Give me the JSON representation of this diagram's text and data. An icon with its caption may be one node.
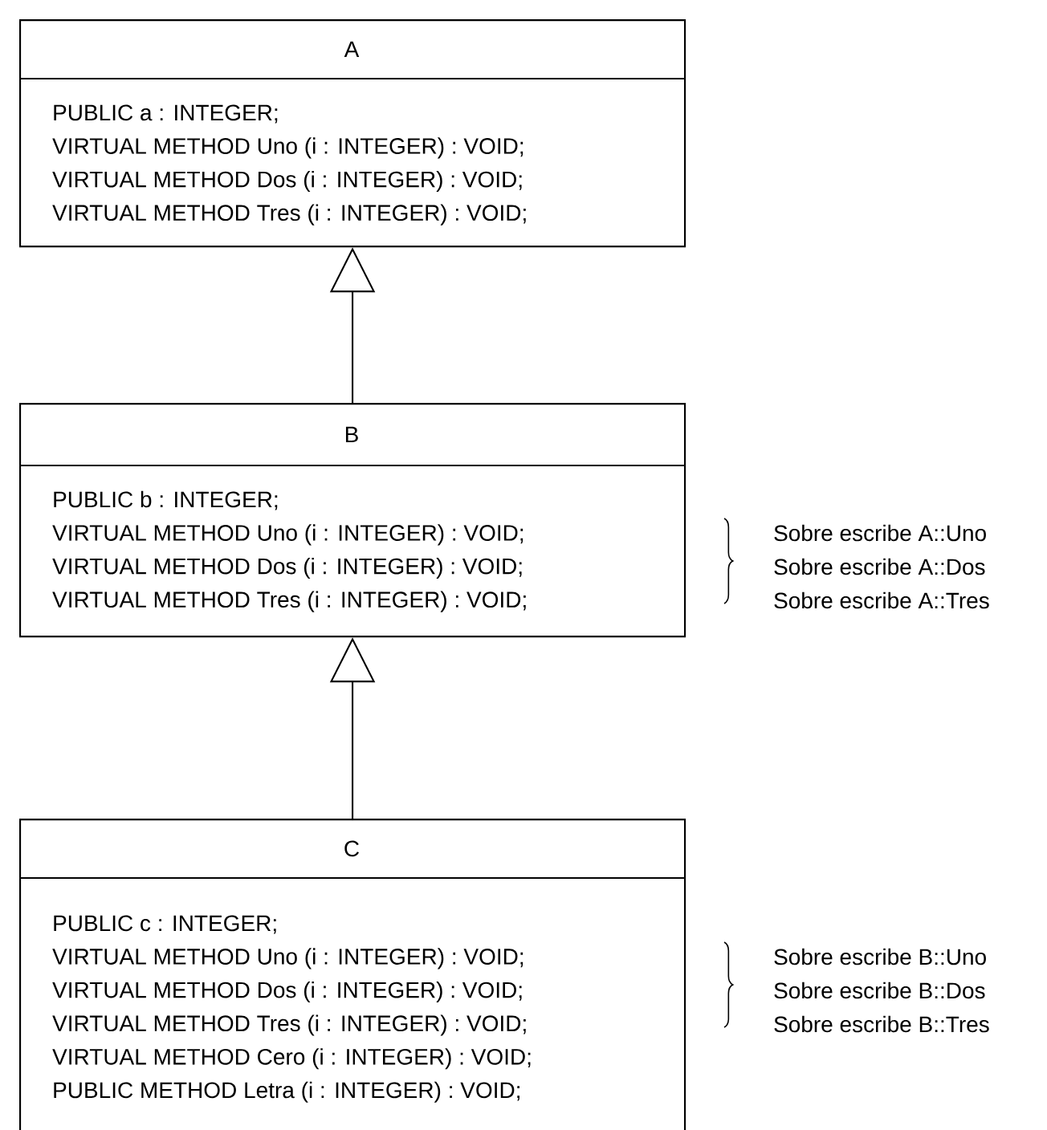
{
  "diagram": {
    "nodes": [
      {
        "text": [
          "A",
          "PUBLIC a : INTEGER;",
          "VIRTUAL METHOD Uno (i : INTEGER) : VOID;",
          "VIRTUAL METHOD Dos (i : INTEGER) : VOID;",
          "VIRTUAL METHOD Tres (i : INTEGER) : VOID;"
        ]
      },
      {
        "text": [
          "B",
          "PUBLIC b : INTEGER;",
          "VIRTUAL METHOD Uno (i : INTEGER) : VOID;",
          "VIRTUAL METHOD Dos (i : INTEGER) : VOID;",
          "VIRTUAL METHOD Tres (i : INTEGER) : VOID;"
        ]
      },
      {
        "text": [
          "C",
          "PUBLIC c : INTEGER;",
          "VIRTUAL METHOD Uno (i : INTEGER) : VOID;",
          "VIRTUAL METHOD Dos (i : INTEGER) : VOID;",
          "VIRTUAL METHOD Tres (i : INTEGER) : VOID;",
          "VIRTUAL METHOD Cero (i : INTEGER) : VOID;",
          "PUBLIC METHOD Letra (i : INTEGER) : VOID;"
        ]
      }
    ],
    "edges": [
      {
        "from": 1,
        "to": 0,
        "arrow": "to"
      },
      {
        "from": 2,
        "to": 1,
        "arrow": "to"
      }
    ],
    "labels": [
      "Sobre escribe A::Uno",
      "Sobre escribe A::Dos",
      "Sobre escribe A::Tres",
      "Sobre escribe B::Uno",
      "Sobre escribe B::Dos",
      "Sobre escribe B::Tres"
    ]
  }
}
